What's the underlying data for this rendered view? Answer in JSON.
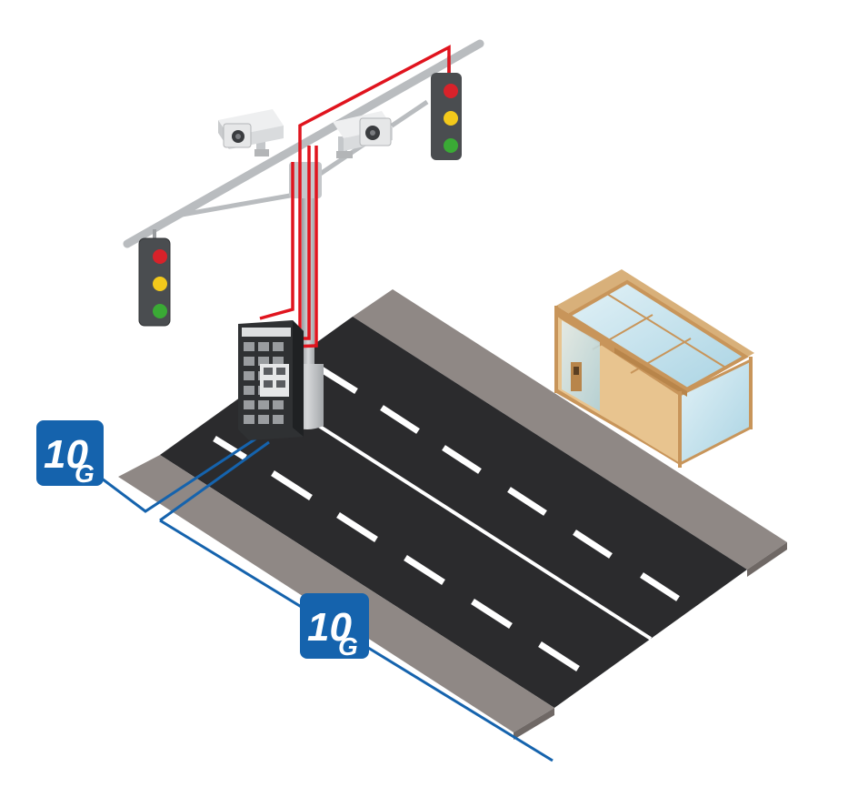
{
  "badges": [
    {
      "main": "10",
      "sub": "G"
    },
    {
      "main": "10",
      "sub": "G"
    }
  ],
  "colors": {
    "road": "#2b2b2d",
    "sidewalk": "#8f8885",
    "curb": "#6f6865",
    "lane_marking": "#ffffff",
    "pole": "#b9bcbf",
    "camera_body": "#e6e7e8",
    "signal_housing": "#4a4d50",
    "signal_red": "#d8222a",
    "signal_yellow": "#f3c91b",
    "signal_green": "#3aaa35",
    "cable_red": "#e0141e",
    "fiber_blue": "#1563ad",
    "badge_blue": "#1563ad",
    "shelter_frame": "#d3a46a",
    "shelter_glass": "#cfe7f0",
    "switch_body": "#2f3133"
  },
  "icons": [
    "cctv-camera-icon",
    "traffic-light-icon",
    "industrial-switch-icon",
    "bus-shelter-icon"
  ]
}
